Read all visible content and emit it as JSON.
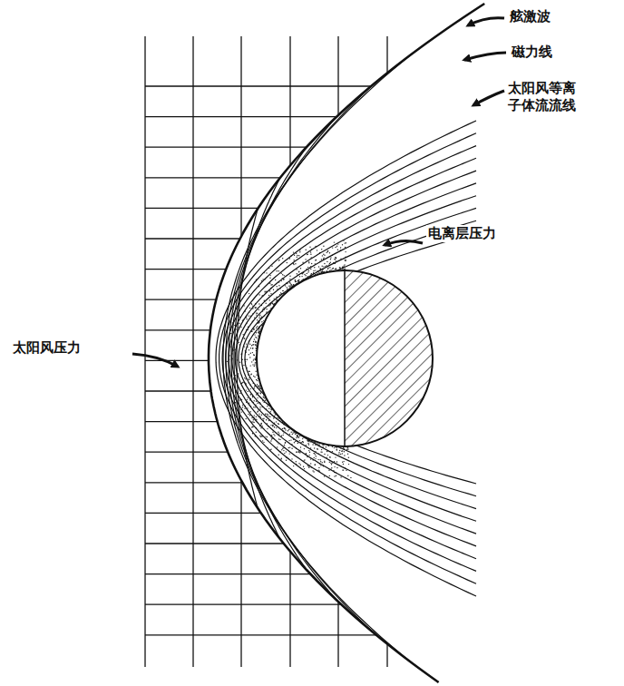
{
  "diagram": {
    "labels": [
      "舷激波",
      "磁力线",
      "太阳风等离子体流流线",
      "电离层压力",
      "太阳风压力"
    ]
  }
}
